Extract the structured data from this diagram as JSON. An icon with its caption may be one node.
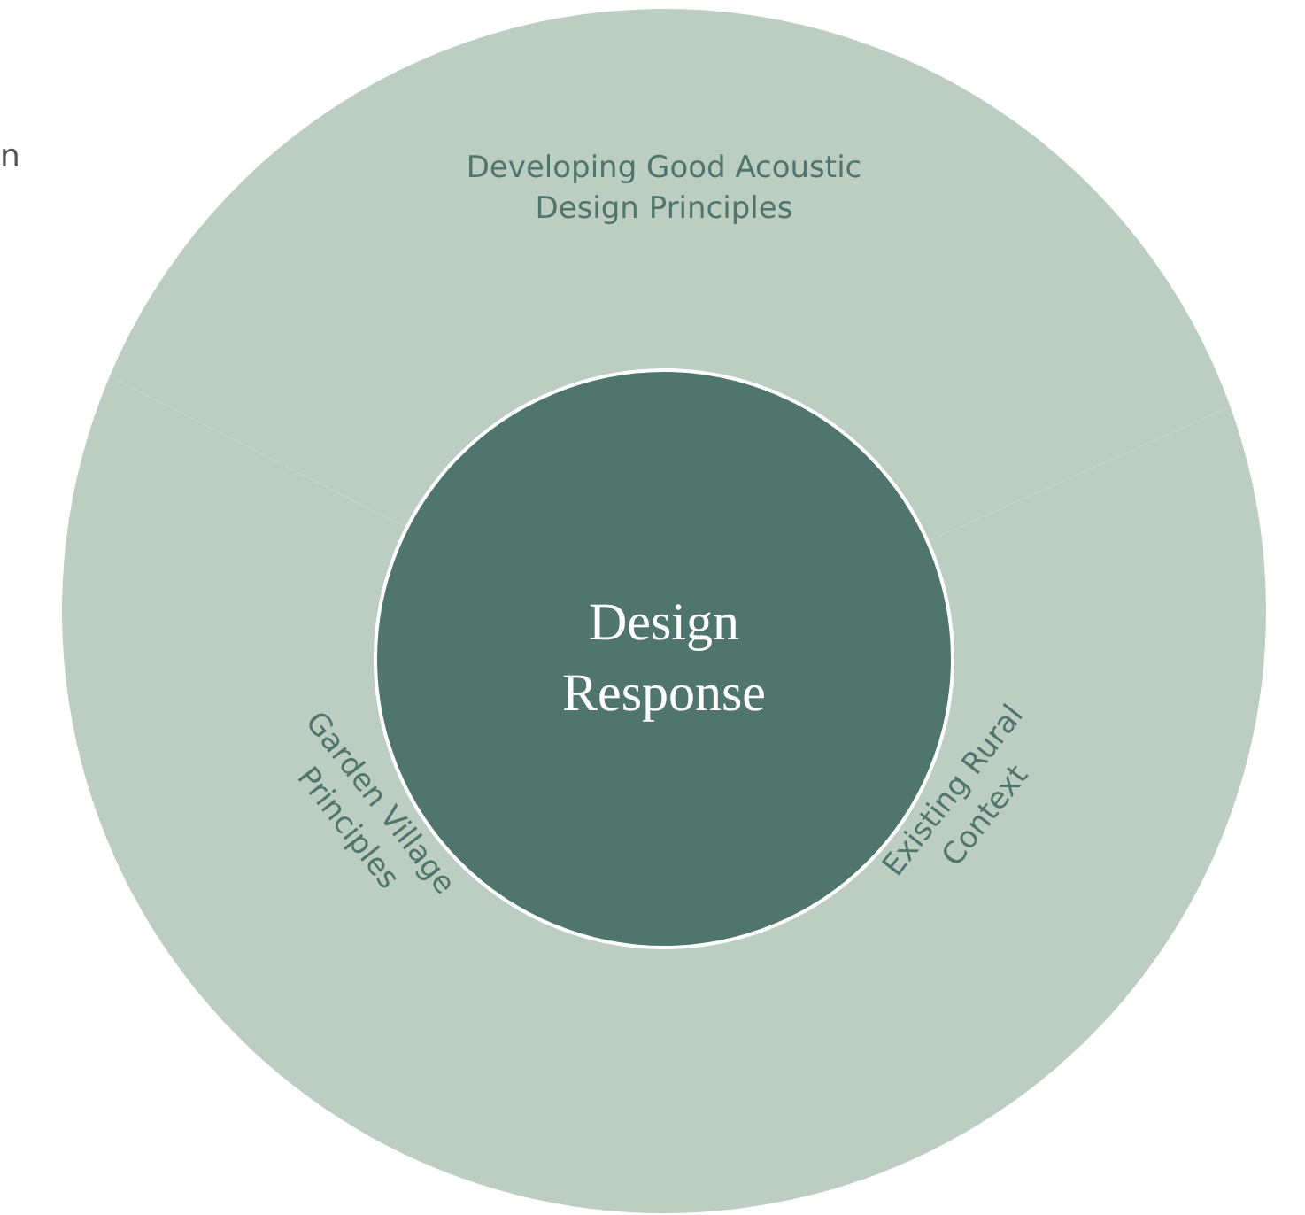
{
  "diagram": {
    "nodes": [
      {
        "text": [
          "Design Response"
        ]
      },
      {
        "text": [
          "Developing Good Acoustic Design Principles"
        ]
      },
      {
        "text": [
          "Existing Rural Context"
        ]
      },
      {
        "text": [
          "Garden Village Principles"
        ]
      }
    ],
    "labels": [
      "n"
    ]
  }
}
